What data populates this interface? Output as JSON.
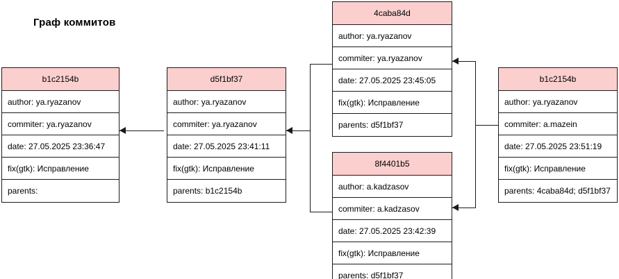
{
  "title": "Граф коммитов",
  "theme": {
    "header_fill": "#FCCFCF",
    "border": "#1a1a1a",
    "background": "#ffffff",
    "text": "#000000"
  },
  "field_labels": {
    "author": "author",
    "commiter": "commiter",
    "date": "date",
    "message": "fix(gtk)",
    "parents": "parents"
  },
  "commits": [
    {
      "id": "b1c2154b",
      "author": "author: ya.ryazanov",
      "commiter": "commiter: ya.ryazanov",
      "date": "date: 27.05.2025 23:36:47",
      "message": "fix(gtk): Исправление",
      "parents": "parents:"
    },
    {
      "id": "d5f1bf37",
      "author": "author: ya.ryazanov",
      "commiter": "commiter: ya.ryazanov",
      "date": "date: 27.05.2025 23:41:11",
      "message": "fix(gtk): Исправление",
      "parents": "parents: b1c2154b"
    },
    {
      "id": "4caba84d",
      "author": "author: ya.ryazanov",
      "commiter": "commiter: ya.ryazanov",
      "date": "date: 27.05.2025 23:45:05",
      "message": "fix(gtk): Исправление",
      "parents": "parents: d5f1bf37"
    },
    {
      "id": "8f4401b5",
      "author": "author: a.kadzasov",
      "commiter": "commiter: a.kadzasov",
      "date": "date: 27.05.2025 23:42:39",
      "message": "fix(gtk): Исправление",
      "parents": "parents: d5f1bf37"
    },
    {
      "id": "b1c2154b",
      "author": "author: ya.ryazanov",
      "commiter": "commiter: a.mazein",
      "date": "date: 27.05.2025 23:51:19",
      "message": "fix(gtk): Исправление",
      "parents": "parents: 4caba84d; d5f1bf37"
    }
  ],
  "edges": [
    {
      "from": "d5f1bf37",
      "to": "b1c2154b"
    },
    {
      "from": "4caba84d",
      "to": "d5f1bf37"
    },
    {
      "from": "8f4401b5",
      "to": "d5f1bf37"
    },
    {
      "from": "b1c2154b-merge",
      "to": "4caba84d"
    },
    {
      "from": "b1c2154b-merge",
      "to": "8f4401b5"
    }
  ]
}
